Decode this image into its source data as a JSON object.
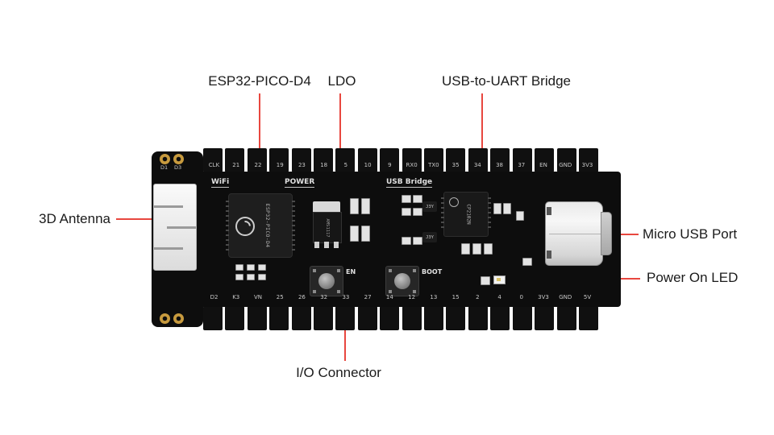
{
  "callouts": {
    "esp32": "ESP32-PICO-D4",
    "ldo": "LDO",
    "usb_uart": "USB-to-UART Bridge",
    "antenna": "3D Antenna",
    "micro_usb": "Micro USB Port",
    "power_led": "Power On LED",
    "io_connector": "I/O Connector"
  },
  "board": {
    "silkscreen": {
      "wifi": "WiFi",
      "power": "POWER",
      "usb_bridge": "USB Bridge",
      "en": "EN",
      "boot": "BOOT",
      "pad_d1": "D1",
      "pad_d3": "D3"
    },
    "markings": {
      "esp32": "ESP32-PICO-D4",
      "ldo": "AMS1117",
      "bridge": "CP2102N",
      "transistor": "J3Y"
    },
    "top_pins": [
      "CLK",
      "21",
      "22",
      "19",
      "23",
      "18",
      "5",
      "10",
      "9",
      "RX0",
      "TX0",
      "35",
      "34",
      "38",
      "37",
      "EN",
      "GND",
      "3V3"
    ],
    "bottom_pins": [
      "D2",
      "K3",
      "VN",
      "25",
      "26",
      "32",
      "33",
      "27",
      "14",
      "12",
      "13",
      "15",
      "2",
      "4",
      "0",
      "3V3",
      "GND",
      "5V"
    ]
  },
  "colors": {
    "background": "#ffffff",
    "callout_red": "#e8473f",
    "pcb": "#0d0d0d",
    "silkscreen": "#e0e0e0",
    "gold_pad": "#c79a3e",
    "metal": "#e9e9e9"
  }
}
